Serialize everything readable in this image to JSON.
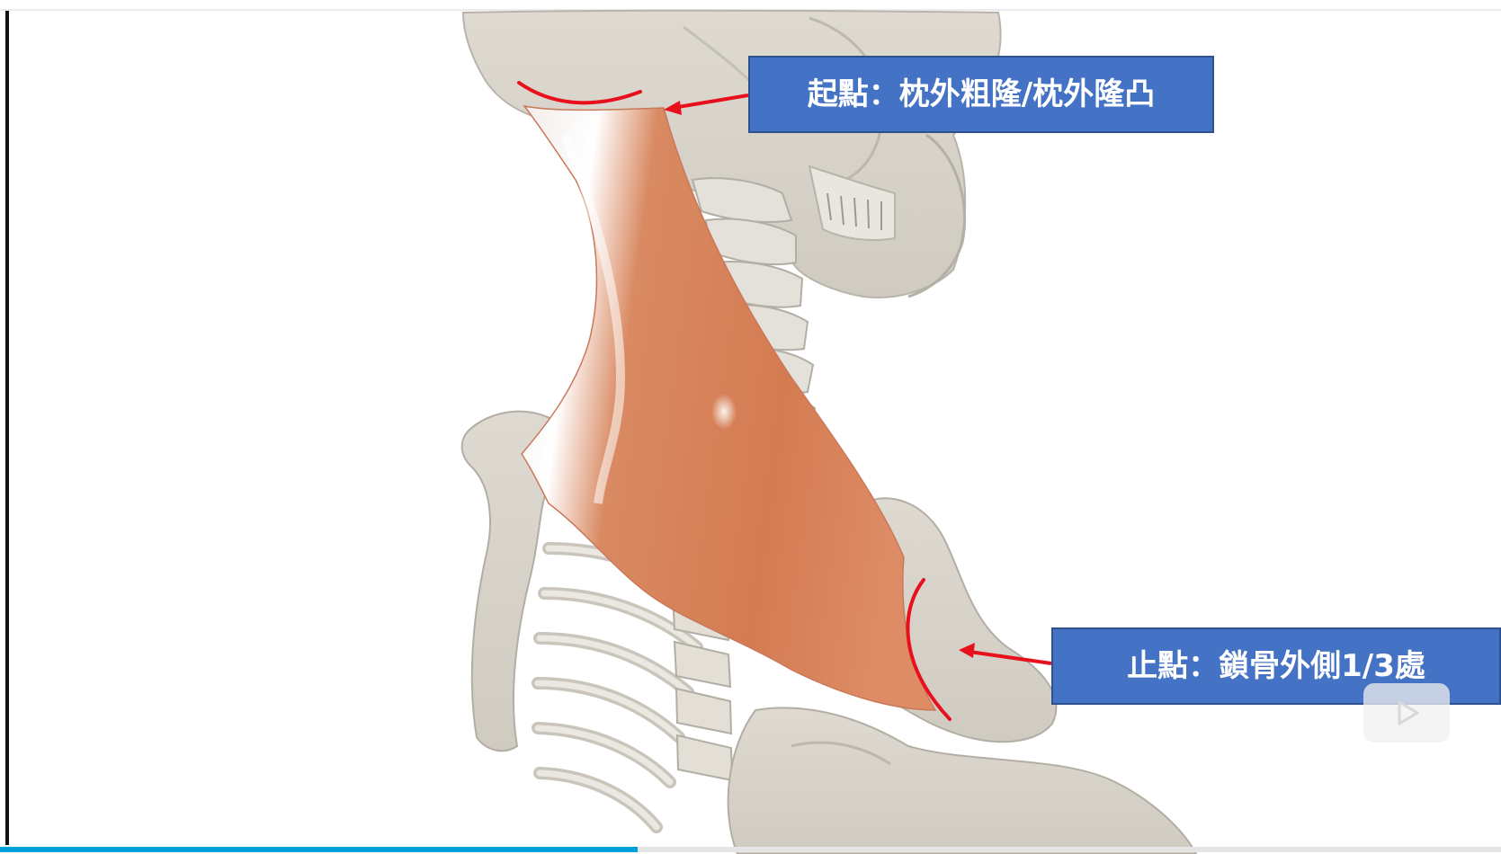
{
  "callouts": {
    "origin": "起點：枕外粗隆/枕外隆凸",
    "insertion": "止點：鎖骨外側1/3處"
  },
  "video": {
    "progress_fraction": 0.425
  },
  "colors": {
    "callout_bg": "#4472c4",
    "callout_text": "#ffffff",
    "muscle": "#d9825a",
    "bone": "#e6e3dc",
    "marker": "#e8101c",
    "progress": "#00a1d6"
  }
}
